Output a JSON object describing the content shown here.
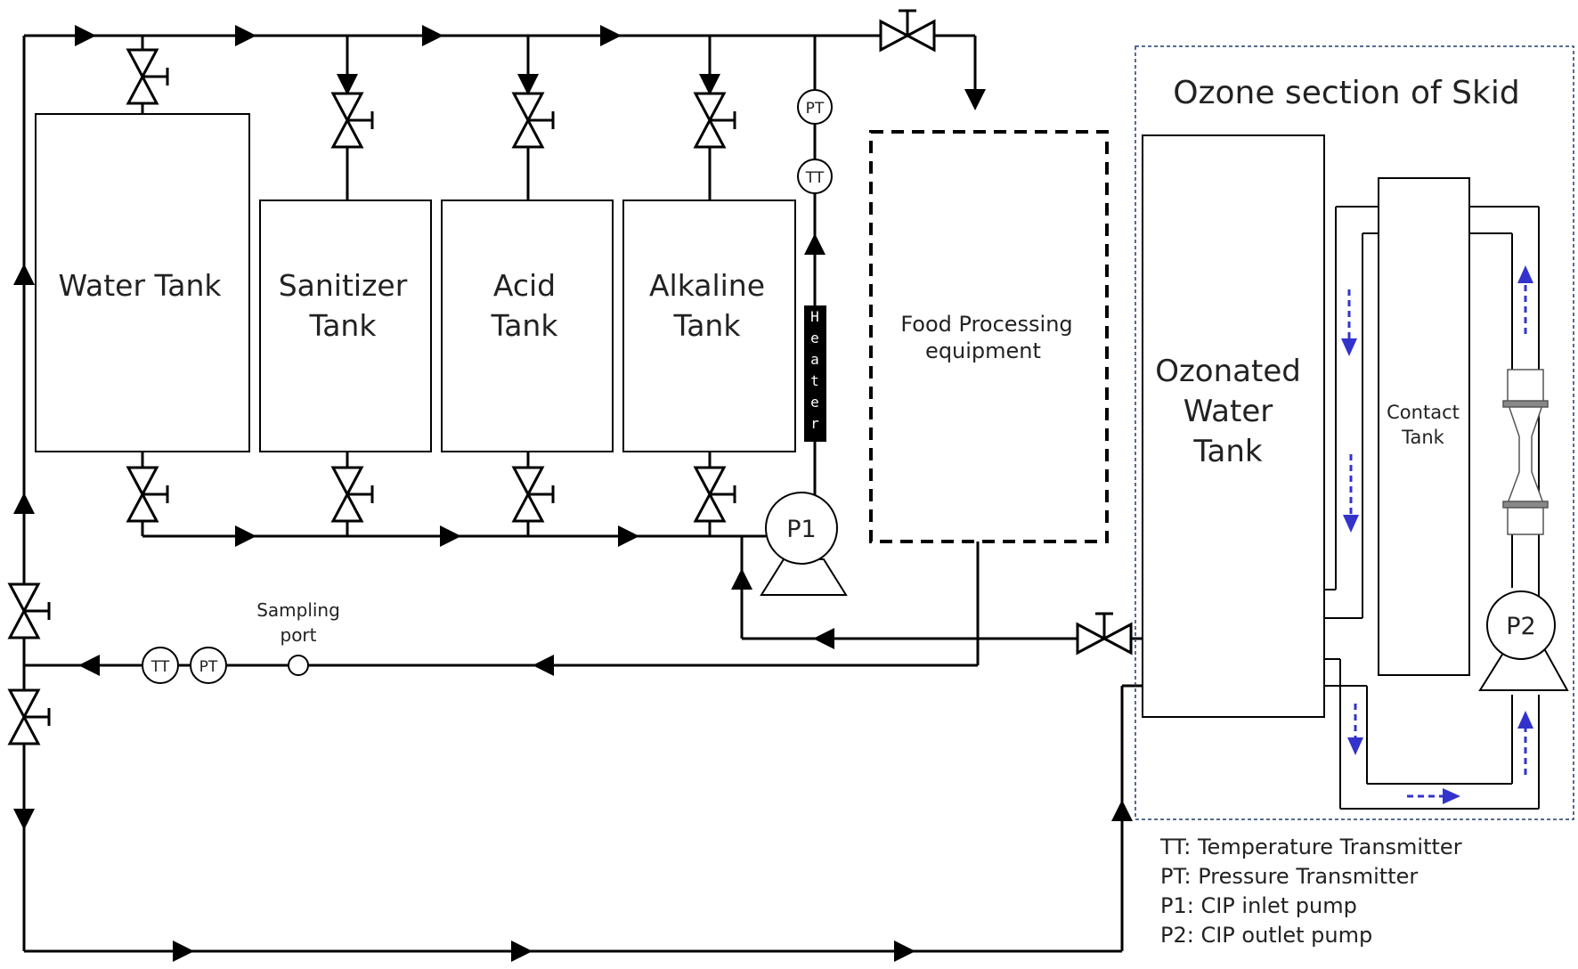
{
  "tanks": {
    "water": "Water Tank",
    "sanitizer": [
      "Sanitizer",
      "Tank"
    ],
    "acid": [
      "Acid",
      "Tank"
    ],
    "alkaline": [
      "Alkaline",
      "Tank"
    ]
  },
  "heater_letters": [
    "H",
    "e",
    "a",
    "t",
    "e",
    "r"
  ],
  "instruments": {
    "pt": "PT",
    "tt": "TT"
  },
  "pumps": {
    "p1": "P1",
    "p2": "P2"
  },
  "food_processing": [
    "Food Processing",
    "equipment"
  ],
  "sampling_port": [
    "Sampling",
    "port"
  ],
  "ozone_section": {
    "title": "Ozone section of Skid",
    "ozonated_tank": [
      "Ozonated",
      "Water",
      "Tank"
    ],
    "contact_tank": [
      "Contact",
      "Tank"
    ]
  },
  "legend": [
    "TT: Temperature Transmitter",
    "PT: Pressure Transmitter",
    "P1: CIP  inlet pump",
    "P2: CIP outlet pump"
  ],
  "colors": {
    "line": "#000000",
    "flow_arrows": "#3333cc",
    "ozone_border": "#1f3b6e"
  }
}
